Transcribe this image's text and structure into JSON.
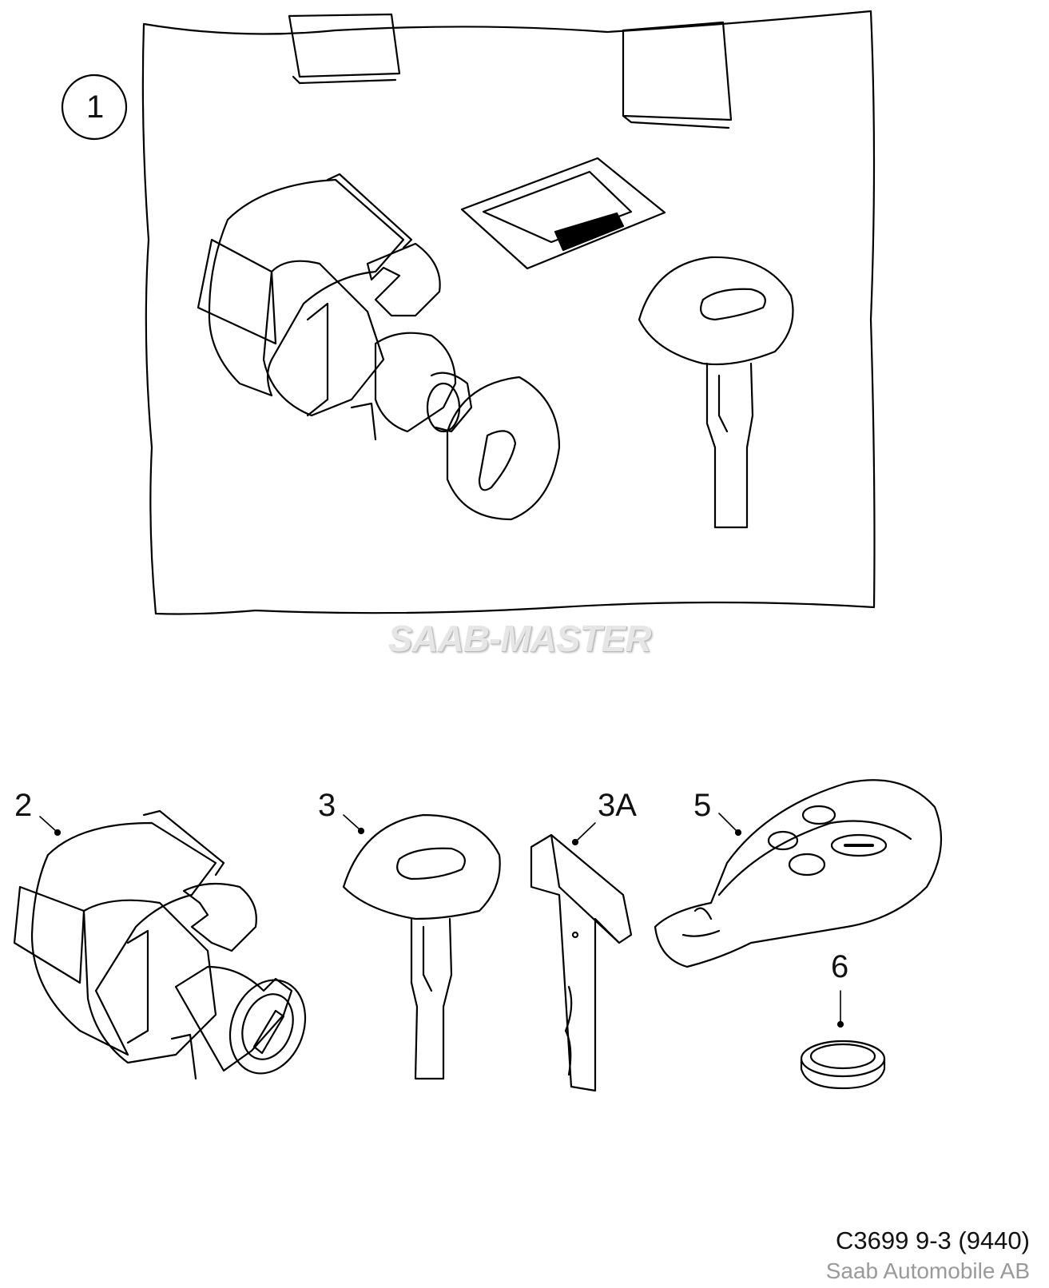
{
  "watermark": "SAAB-MASTER",
  "callouts": {
    "kit": "1",
    "cylinder": "2",
    "key": "3",
    "key_blade": "3A",
    "remote": "5",
    "battery": "6"
  },
  "footer": {
    "code": "C3699 9-3 (9440)",
    "company": "Saab Automobile AB"
  }
}
